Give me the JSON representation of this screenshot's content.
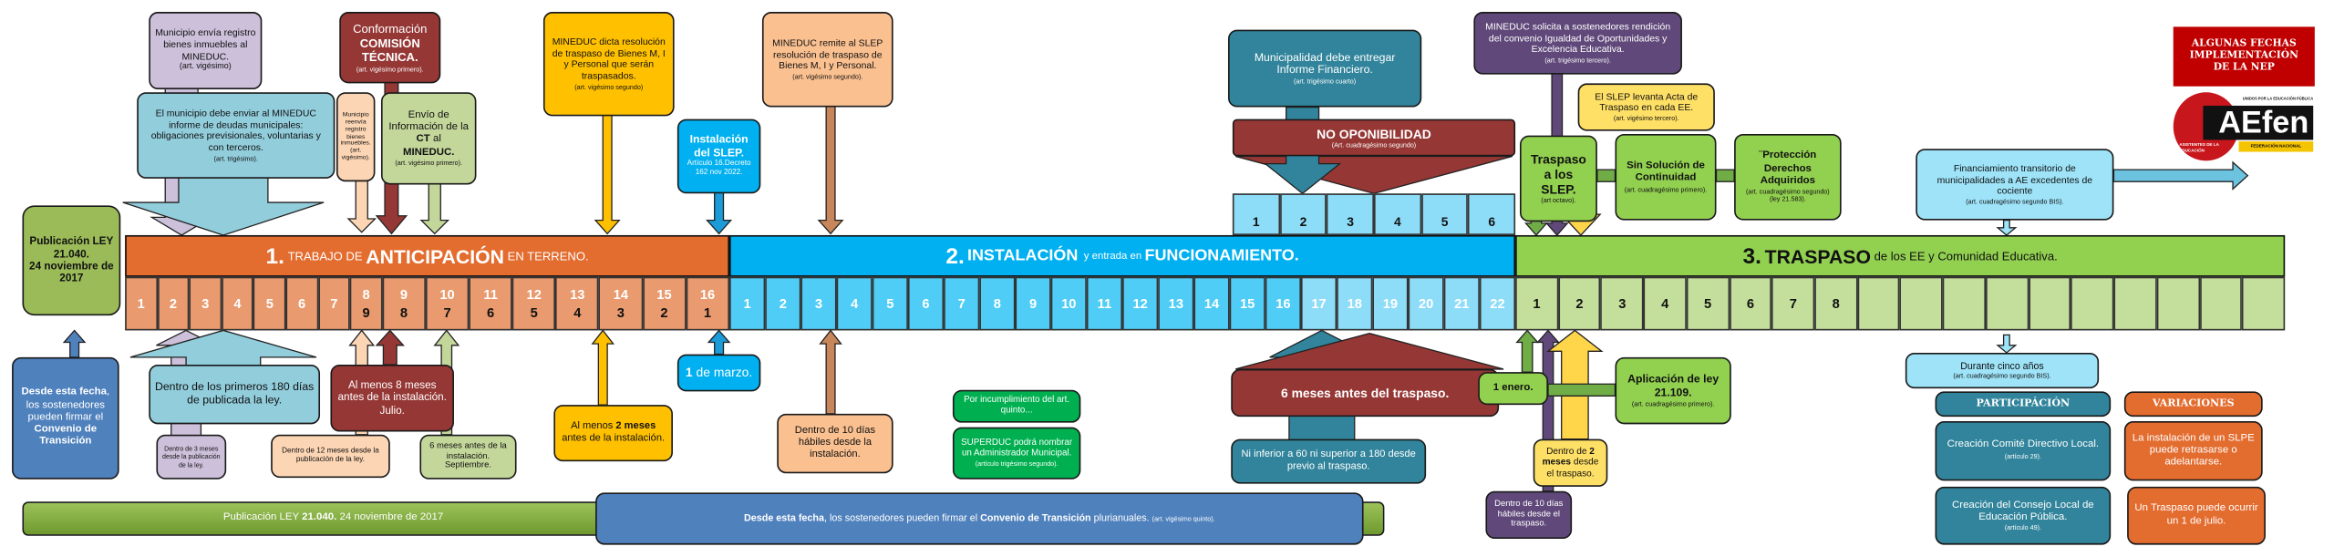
{
  "header_badge": {
    "text": "ALGUNAS FECHAS\nIMPLEMENTACIÓN\nDE LA NEP"
  },
  "logo": {
    "letters": "AEfen",
    "top_text": "UNIDOS POR LA EDUCACIÓN PÚBLICA",
    "left_text": "ASISTENTES DE LA EDUCACIÓN",
    "right_text": "FEDERACIÓN NACIONAL"
  },
  "publication_box": {
    "line1": "Publicación LEY",
    "law": "21.040.",
    "line3": "24 noviembre de 2017"
  },
  "phases": {
    "p1": {
      "num": "1.",
      "pre": "TRABAJO DE",
      "main": "ANTICIPACIÓN",
      "post": "EN TERRENO.",
      "cells_top": [
        "1",
        "2",
        "3",
        "4",
        "5",
        "6",
        "7",
        "8",
        "9",
        "10",
        "11",
        "12",
        "13",
        "14",
        "15",
        "16"
      ],
      "cells_bottom": [
        "",
        "",
        "",
        "",
        "",
        "",
        "",
        "9",
        "8",
        "7",
        "6",
        "5",
        "4",
        "3",
        "2",
        "1"
      ]
    },
    "p2": {
      "num": "2.",
      "main": "INSTALACIÓN",
      "mid": "y entrada en",
      "main2": "FUNCIONAMIENTO.",
      "cells": [
        "1",
        "2",
        "3",
        "4",
        "5",
        "6",
        "7",
        "8",
        "9",
        "10",
        "11",
        "12",
        "13",
        "14",
        "15",
        "16",
        "17",
        "18",
        "19",
        "20",
        "21",
        "22"
      ]
    },
    "p3": {
      "num": "3.",
      "main": "TRASPASO",
      "post": "de los EE y Comunidad Educativa.",
      "cells": [
        "1",
        "2",
        "3",
        "4",
        "5",
        "6",
        "7",
        "8",
        "",
        "",
        "",
        "",
        "",
        "",
        "",
        "",
        "",
        ""
      ]
    },
    "pre_transfer_cells": [
      "1",
      "2",
      "3",
      "4",
      "5",
      "6"
    ]
  },
  "top": {
    "municipio_envia": {
      "text": "Municipio envía registro bienes inmuebles al MINEDUC.",
      "art": "(art. vigésimo)"
    },
    "comision": {
      "pre": "Conformación",
      "bold": "COMISIÓN TÉCNICA.",
      "art": "(art. vigésimo primero)."
    },
    "mineduc_dicta": {
      "text": "MINEDUC dicta resolución de traspaso de Bienes M, I y Personal que serán traspasados.",
      "art": "(art. vigésimo segundo)"
    },
    "mineduc_remite": {
      "text": "MINEDUC remite al SLEP resolución de traspaso de Bienes M, I y Personal.",
      "art": "(art. vigésimo segundo)."
    },
    "informe_financiero": {
      "text": "Municipalidad debe entregar Informe Financiero.",
      "art": "(art. trigésimo cuarto)"
    },
    "mineduc_solicita": {
      "text": "MINEDUC solicita a sostenedores rendición del convenio Igualdad de Oportunidades y Excelencia Educativa.",
      "art": "(art. trigésimo tercero)."
    },
    "deudas": {
      "text": "El municipio debe enviar al MINEDUC informe de deudas municipales: obligaciones previsionales, voluntarias y con terceros.",
      "art": "(art. trigésimo)."
    },
    "reenvia": {
      "text": "Municipio reenvía registro bienes inmuebles.",
      "art": "(art. vigésimo)."
    },
    "envio_ct": {
      "pre": "Envío de Información de la",
      "b1": "CT",
      "mid": "al",
      "b2": "MINEDUC.",
      "art": "(art. vigésimo primero)."
    },
    "instalacion_slep": {
      "bold": "Instalación del SLEP.",
      "text": "Artículo 16.Decreto 162 nov 2022."
    },
    "no_oponibilidad": {
      "bold": "NO OPONIBILIDAD",
      "art": "(Art. cuadragésimo segundo)"
    },
    "acta": {
      "text": "El SLEP levanta Acta de Traspaso en cada EE.",
      "art": "(art. vigésimo tercero)."
    },
    "traspaso_slep": {
      "bold": "Traspaso a los SLEP.",
      "art": "(art octavo)."
    },
    "sin_solucion": {
      "bold": "Sin Solución de Continuidad",
      "art": "(art. cuadragésimo primero)."
    },
    "proteccion": {
      "bold": "¨Protección Derechos Adquiridos",
      "art": "(art. cuadragésimo segundo) (ley 21.583)."
    },
    "financiamiento": {
      "text": "Financiamiento transitorio de municipalidades a AE excedentes de cociente",
      "art": "(art. cuadragésimo segundo BIS)."
    }
  },
  "bottom": {
    "desde_fecha": {
      "b1": "Desde esta fecha",
      "text": ", los sostenedores pueden firmar el",
      "b2": "Convenio de Transición"
    },
    "dias180": {
      "text": "Dentro de los primeros 180 días de publicada la ley."
    },
    "meses3": {
      "text": "Dentro de 3 meses desde la publicación de la ley."
    },
    "meses8": {
      "text": "Al menos 8 meses antes de la instalación. Julio."
    },
    "meses12": {
      "text": "Dentro de 12 meses desde la publicación de la ley."
    },
    "meses6_inst": {
      "text": "6 meses antes de la instalación. Septiembre."
    },
    "meses2_inst": {
      "pre": "Al menos",
      "bold": "2 meses",
      "post": "antes de la instalación."
    },
    "marzo": {
      "bold": "1",
      "text": "de marzo."
    },
    "dias10_inst": {
      "text": "Dentro de 10 días hábiles desde la instalación."
    },
    "incumplimiento": {
      "text": "Por incumplimiento del art. quinto..."
    },
    "superduc": {
      "text": "SUPERDUC podrá nombrar un Administrador Municipal.",
      "art": "(artículo trigésimo segundo)."
    },
    "meses6_traspaso": {
      "text": "6 meses antes del traspaso."
    },
    "ni_inferior": {
      "text": "Ni inferior a 60 ni superior a 180 desde previo al traspaso."
    },
    "enero": {
      "text": "1 enero."
    },
    "aplicacion": {
      "bold": "Aplicación de ley 21.109.",
      "art": "(art. cuadragésimo primero)."
    },
    "meses2_traspaso": {
      "pre": "Dentro de",
      "bold": "2 meses",
      "post": "desde el traspaso."
    },
    "dias10_traspaso": {
      "text": "Dentro de 10 días hábiles desde el traspaso."
    },
    "cinco_anos": {
      "text": "Durante cinco años",
      "art": "(art. cuadragésimo segundo BIS)."
    }
  },
  "participacion": {
    "header": "PARTICIPÁCIÓN",
    "items": [
      {
        "text": "Creación Comité Directivo Local.",
        "art": "(artículo 29)."
      },
      {
        "text": "Creación del Consejo Local de Educación Pública.",
        "art": "(artículo 49)."
      }
    ]
  },
  "variaciones": {
    "header": "VARIACIONES",
    "items": [
      {
        "text": "La instalación de un SLPE puede retrasarse o adelantarse."
      },
      {
        "text": "Un Traspaso puede ocurrir un 1 de julio."
      }
    ]
  },
  "footer": {
    "green": {
      "pre": "Publicación LEY",
      "bold": "21.040.",
      "post": "24 noviembre de 2017"
    },
    "blue": {
      "b1": "Desde esta fecha",
      "t1": ", los sostenedores pueden firmar el",
      "b2": "Convenio de Transición",
      "t2": "plurianuales.",
      "art": "(art. vigésimo quinto)."
    }
  },
  "colors": {
    "phase1": "#e36c2f",
    "phase1_cells": "#e99a6e",
    "phase2": "#00b0f0",
    "phase2_cells": "#4fcdf7",
    "phase3": "#92d050",
    "phase3_cells": "#c4df9b",
    "badge": "#c00000"
  }
}
